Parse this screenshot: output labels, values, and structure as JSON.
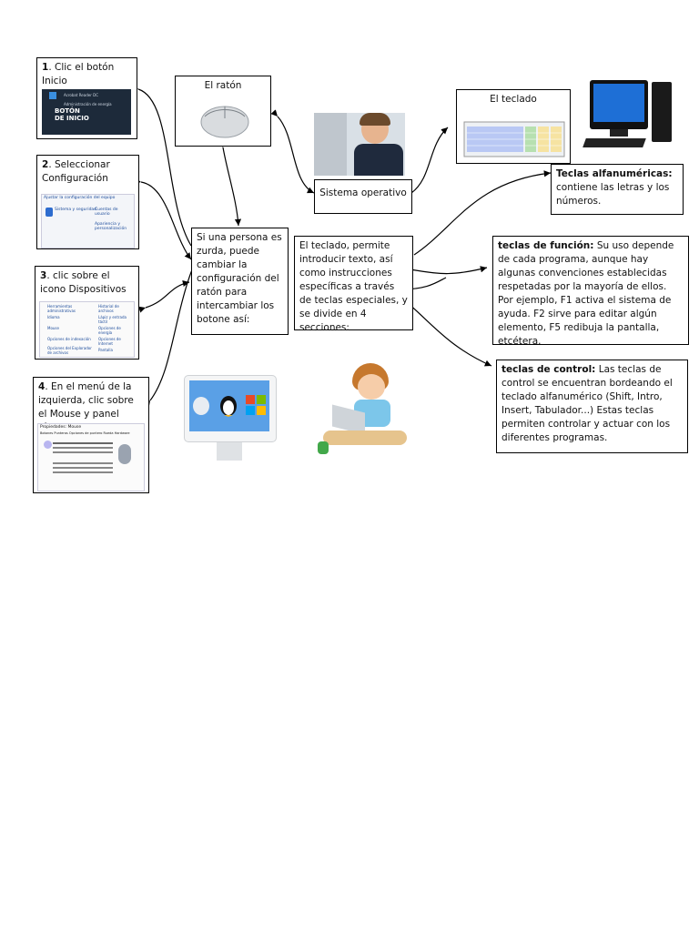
{
  "steps": [
    {
      "num": "1",
      "text": ". Clic el botón Inicio",
      "screen_label": "BOTÓN DE INICIO",
      "menu_items": [
        "Acrobat Reader DC",
        "Administración de energía"
      ]
    },
    {
      "num": "2",
      "text": ". Seleccionar Configuración",
      "screen_title": "Ajustar la configuración del equipo",
      "screen_items": [
        "Sistema y seguridad",
        "Cuentas de usuario",
        "Apariencia y personalización"
      ]
    },
    {
      "num": "3",
      "text": ". clic sobre el icono Dispositivos",
      "screen_items": [
        "Herramientas administrativas",
        "Historial de archivos",
        "Idioma",
        "Lápiz y entrada táctil",
        "Mouse",
        "Opciones de energía",
        "Opciones de indexación",
        "Opciones de Internet",
        "Opciones del Explorador de archivos",
        "Pantalla"
      ]
    },
    {
      "num": "4",
      "text": ". En el menú de la izquierda, clic sobre el Mouse y panel táctil",
      "screen_title": "Propiedades: Mouse",
      "screen_tabs": [
        "Botones",
        "Punteros",
        "Opciones de puntero",
        "Rueda",
        "Hardware"
      ]
    }
  ],
  "mouse_box": {
    "title": "El ratón"
  },
  "zurda_box": {
    "text": "Si una persona es zurda, puede cambiar la configuración del ratón para intercambiar los botone así:"
  },
  "os_box": {
    "text": "Sistema operativo"
  },
  "teclado_box": {
    "title": "El teclado"
  },
  "teclado_desc": {
    "text": "El teclado, permite introducir texto, así como instrucciones específicas a través de teclas especiales, y se divide en 4 secciones:"
  },
  "alfanum": {
    "title": "Teclas alfanuméricas:",
    "text": " contiene las letras y los números."
  },
  "funcion": {
    "title": "teclas de función:",
    "text": " Su uso depende de cada programa, aunque hay algunas convenciones establecidas respetadas por la mayoría de ellos. Por ejemplo, F1 activa el sistema de ayuda. F2 sirve para editar algún elemento, F5 redibuja la pantalla, etcétera."
  },
  "control": {
    "title": "teclas de control:",
    "text": " Las teclas de control se encuentran bordeando el teclado alfanumérico (Shift, Intro, Insert, Tabulador...) Estas teclas permiten controlar y actuar con los diferentes programas."
  },
  "icons": [
    "apple-icon",
    "linux-penguin-icon",
    "windows-icon"
  ]
}
